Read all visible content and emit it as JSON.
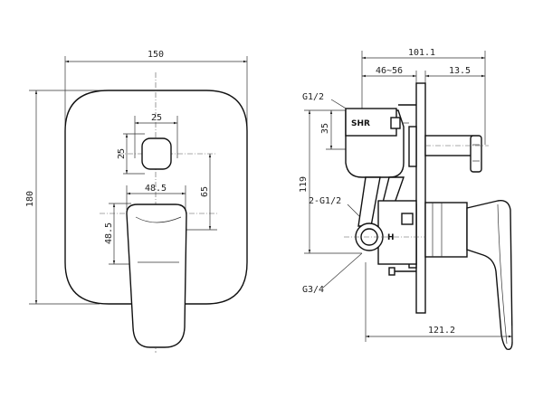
{
  "front_view": {
    "width": "150",
    "height": "180",
    "knob_width": "25",
    "knob_height": "25",
    "lever_width": "48.5",
    "lever_height": "48.5",
    "center_distance": "65"
  },
  "side_view": {
    "total_depth": "101.1",
    "adjust_range": "46~56",
    "plate_depth": "13.5",
    "port_top": "G1/2",
    "port_mid": "2-G1/2",
    "port_bottom": "G3/4",
    "dim_35": "35",
    "dim_119": "119",
    "lever_depth": "121.2",
    "label_shr": "SHR",
    "label_h": "H"
  }
}
